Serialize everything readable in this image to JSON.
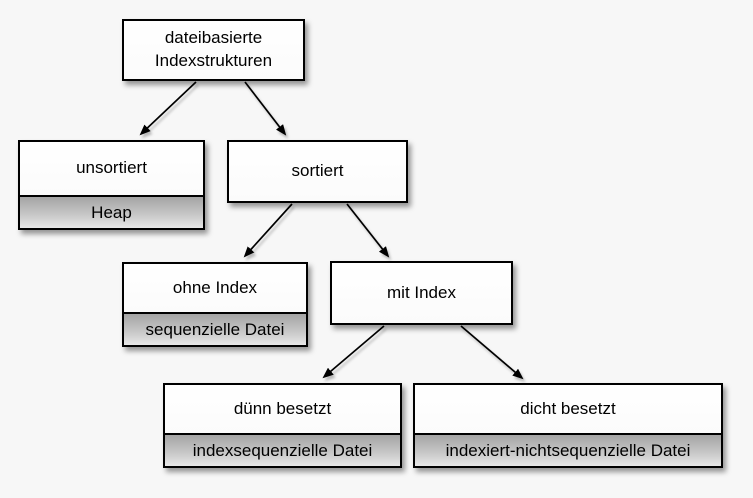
{
  "diagram": {
    "type": "tree",
    "language": "de",
    "topic": "dateibasierte Indexstrukturen",
    "nodes": {
      "root": {
        "label": "dateibasierte\nIndexstrukturen"
      },
      "unsortiert": {
        "label": "unsortiert",
        "sublabel": "Heap"
      },
      "sortiert": {
        "label": "sortiert"
      },
      "ohne_index": {
        "label": "ohne Index",
        "sublabel": "sequenzielle Datei"
      },
      "mit_index": {
        "label": "mit Index"
      },
      "duenn": {
        "label": "dünn besetzt",
        "sublabel": "indexsequenzielle Datei"
      },
      "dicht": {
        "label": "dicht besetzt",
        "sublabel": "indexiert-nichtsequenzielle Datei"
      }
    },
    "edges": [
      {
        "from": "root",
        "to": "unsortiert"
      },
      {
        "from": "root",
        "to": "sortiert"
      },
      {
        "from": "sortiert",
        "to": "ohne_index"
      },
      {
        "from": "sortiert",
        "to": "mit_index"
      },
      {
        "from": "mit_index",
        "to": "duenn"
      },
      {
        "from": "mit_index",
        "to": "dicht"
      }
    ],
    "colors": {
      "background": "#f7f7f7",
      "box_fill": "#ffffff",
      "box_border": "#000000",
      "sublabel_gradient_top": "#a4a4a4",
      "sublabel_gradient_bottom": "#e7e7e7",
      "arrow": "#000000"
    }
  }
}
